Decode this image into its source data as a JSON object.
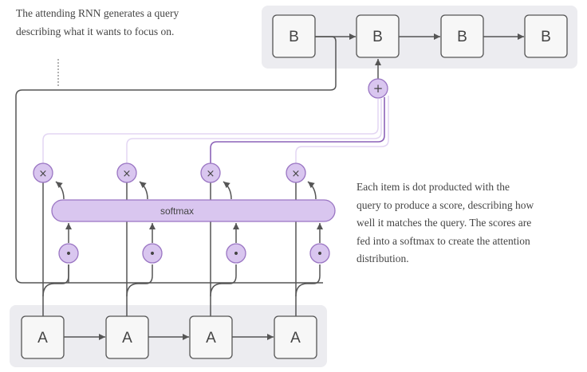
{
  "annotations": {
    "query": "The attending RNN generates a query describing what it wants to focus on.",
    "scores": "Each item is dot producted with the query to produce a score, describing how well it matches the query. The scores are fed into a softmax to create the attention distribution."
  },
  "decoder": {
    "nodes": [
      "B",
      "B",
      "B",
      "B"
    ]
  },
  "encoder": {
    "nodes": [
      "A",
      "A",
      "A",
      "A"
    ]
  },
  "softmax": {
    "label": "softmax"
  },
  "operators": {
    "sum": "+",
    "multiply": "×",
    "dot": "•"
  },
  "colors": {
    "panel": "#ececf0",
    "node_fill": "#f7f7f7",
    "node_stroke": "#555555",
    "line": "#555555",
    "accent": "#d9c6ef",
    "accent_stroke": "#9a75c3",
    "light_attention": "#e3d6f3",
    "strong_attention": "#8c62b8"
  }
}
